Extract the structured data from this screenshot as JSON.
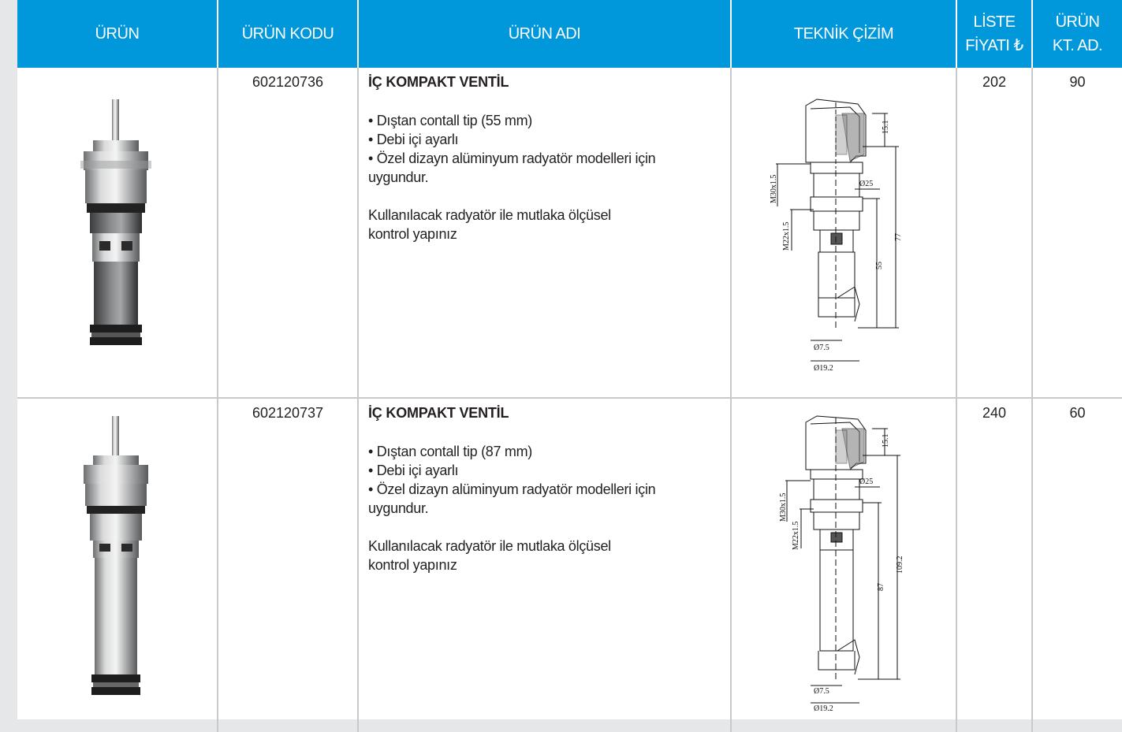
{
  "header": {
    "col_product": "ÜRÜN",
    "col_code": "ÜRÜN KODU",
    "col_name": "ÜRÜN ADI",
    "col_drawing": "TEKNİK ÇİZİM",
    "col_price_line1": "LİSTE",
    "col_price_line2": "FİYATI ₺",
    "col_qty_line1": "ÜRÜN",
    "col_qty_line2": "KT. AD."
  },
  "rows": [
    {
      "code": "602120736",
      "name": "İÇ KOMPAKT VENTİL",
      "features": [
        "• Dıştan contall tip (55 mm)",
        "• Debi içi ayarlı",
        "• Özel dizayn alüminyum radyatör modelleri için uygundur."
      ],
      "note": "Kullanılacak radyatör ile mutlaka ölçüsel kontrol yapınız",
      "price": "202",
      "qty": "90",
      "dims": {
        "top": "15.1",
        "thread1": "M30x1.5",
        "d25": "Ø25",
        "thread2": "M22x1.5",
        "len1": "55",
        "len2": "77",
        "d75": "Ø7.5",
        "d192": "Ø19.2"
      }
    },
    {
      "code": "602120737",
      "name": "İÇ KOMPAKT VENTİL",
      "features": [
        "• Dıştan contall tip (87 mm)",
        "• Debi içi ayarlı",
        "• Özel dizayn alüminyum radyatör modelleri için uygundur."
      ],
      "note": "Kullanılacak radyatör ile mutlaka ölçüsel kontrol yapınız",
      "price": "240",
      "qty": "60",
      "dims": {
        "top": "15.1",
        "thread1": "M30x1.5",
        "d25": "Ø25",
        "thread2": "M22x1.5",
        "len1": "87",
        "len2": "109.2",
        "d75": "Ø7.5",
        "d192": "Ø19.2"
      }
    }
  ],
  "colors": {
    "header_bg": "#0098db",
    "grid_line": "#c8c9cb",
    "page_margin": "#e6e7e8"
  }
}
